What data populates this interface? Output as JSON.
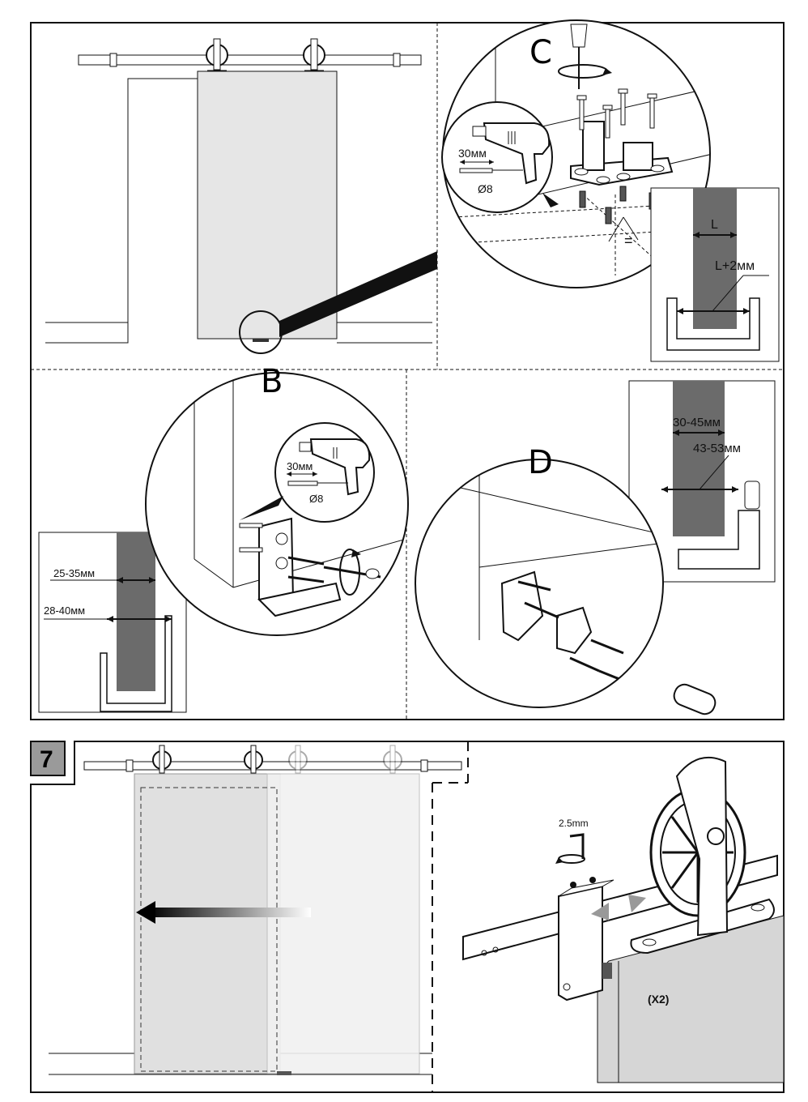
{
  "step_number": "7",
  "panels": {
    "c": {
      "letter": "C",
      "drill_depth": "30мм",
      "drill_diameter": "Ø8",
      "equal_mark": "=",
      "inset_width": "L",
      "inset_clearance": "L+2мм"
    },
    "b": {
      "letter": "B",
      "drill_depth": "30мм",
      "drill_diameter": "Ø8",
      "door_thickness": "25-35мм",
      "guide_width": "28-40мм"
    },
    "d": {
      "letter": "D",
      "door_thickness": "30-45мм",
      "guide_width": "43-53мм"
    }
  },
  "step7": {
    "allen_key_size": "2.5mm",
    "quantity": "(X2)"
  },
  "colors": {
    "door_fill": "#e6e6e6",
    "door_section": "#6b6b6b",
    "line": "#111111",
    "ghost": "#c8c8c8"
  }
}
